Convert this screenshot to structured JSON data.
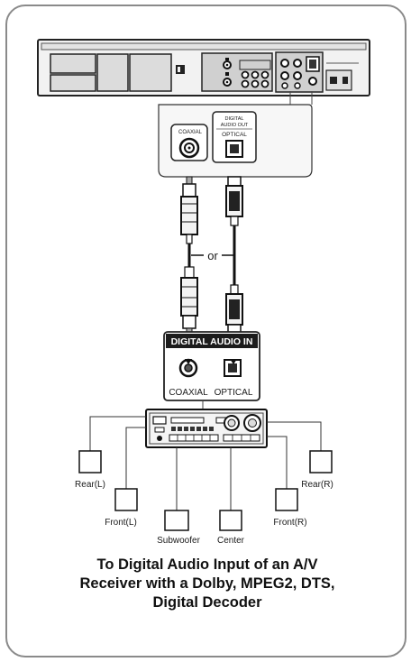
{
  "connection": {
    "or_label": "or"
  },
  "source_panel": {
    "coaxial_label": "COAXIAL",
    "digital_audio_out_line1": "DIGITAL",
    "digital_audio_out_line2": "AUDIO OUT",
    "optical_label": "OPTICAL"
  },
  "receiver_panel": {
    "header": "DIGITAL AUDIO IN",
    "coaxial_label": "COAXIAL",
    "optical_label": "OPTICAL"
  },
  "speakers": {
    "rear_left": "Rear(L)",
    "front_left": "Front(L)",
    "subwoofer": "Subwoofer",
    "center": "Center",
    "front_right": "Front(R)",
    "rear_right": "Rear(R)"
  },
  "caption": {
    "line1": "To Digital Audio Input of an A/V",
    "line2": "Receiver with a Dolby, MPEG2, DTS,",
    "line3": "Digital Decoder"
  }
}
